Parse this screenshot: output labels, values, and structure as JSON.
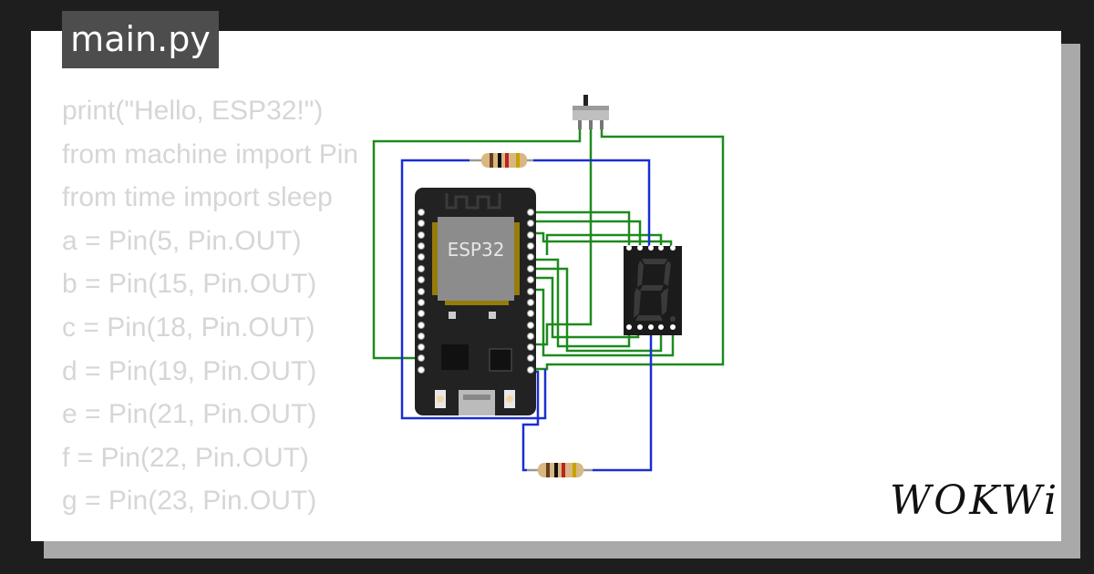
{
  "tab": {
    "filename": "main.py"
  },
  "code_lines": [
    "print(\"Hello, ESP32!\")",
    "from machine import Pin",
    "from time import sleep",
    "a = Pin(5, Pin.OUT)",
    "b = Pin(15, Pin.OUT)",
    "c = Pin(18, Pin.OUT)",
    "d = Pin(19, Pin.OUT)",
    "e = Pin(21, Pin.OUT)",
    "f = Pin(22, Pin.OUT)",
    "g = Pin(23, Pin.OUT)"
  ],
  "board": {
    "chip_label": "ESP32"
  },
  "display": {
    "digit": "8"
  },
  "brand": {
    "logo_text": "WOKWi"
  },
  "colors": {
    "tab_bg": "#4d4d4d",
    "code_text": "#d6d6d6",
    "wire_green": "#1e8a1e",
    "wire_blue": "#1a2fd1",
    "board": "#222222",
    "chip": "#8c8c8c"
  },
  "icons": {
    "switch": "slide-switch-icon",
    "resistor": "resistor-icon",
    "display": "seven-segment-display-icon"
  }
}
